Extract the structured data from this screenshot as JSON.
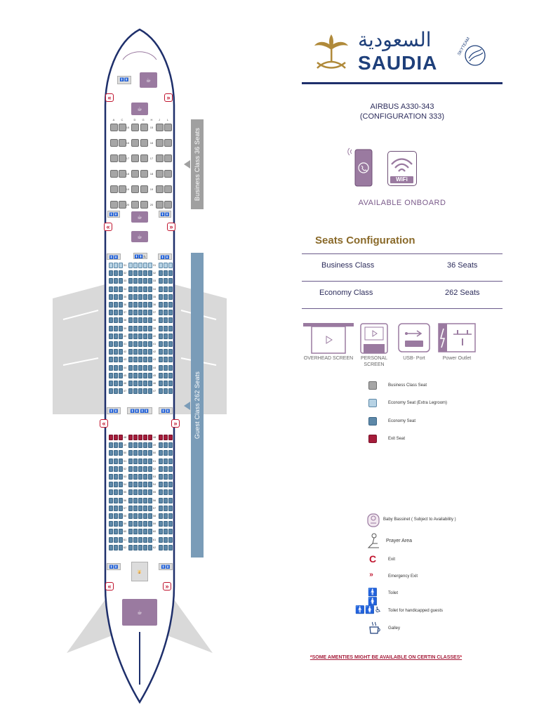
{
  "brand": {
    "arabic_name": "السعودية",
    "name": "SAUDIA",
    "alliance": "SKYTEAM"
  },
  "aircraft": {
    "model": "AIRBUS A330-343",
    "configuration": "(CONFIGURATION 333)"
  },
  "onboard": {
    "label": "AVAILABLE ONBOARD",
    "wifi_label": "WiFi"
  },
  "seats_configuration": {
    "title": "Seats Configuration",
    "rows": [
      {
        "cabin": "Business Class",
        "seats": "36 Seats"
      },
      {
        "cabin": "Economy Class",
        "seats": "262 Seats"
      }
    ]
  },
  "amenities": [
    {
      "icon": "overhead-screen-icon",
      "label": "OVERHEAD SCREEN"
    },
    {
      "icon": "personal-screen-icon",
      "label": "PERSONAL SCREEN"
    },
    {
      "icon": "usb-port-icon",
      "label": "USB- Port"
    },
    {
      "icon": "power-outlet-icon",
      "label": "Power Outlet"
    }
  ],
  "seat_legend": [
    {
      "label": "Business Class Seat",
      "color": "#a6a6a6"
    },
    {
      "label": "Economy Seat (Extra Legroom)",
      "color": "#b6d2e4"
    },
    {
      "label": "Economy Seat",
      "color": "#5d88a8"
    },
    {
      "label": "Exit Seat",
      "color": "#a51c3a"
    }
  ],
  "symbol_legend": [
    {
      "icon": "baby-bassinet-icon",
      "label": "Baby Bassinet ( Subject to Availability )"
    },
    {
      "icon": "prayer-area-icon",
      "label": "Prayer Area"
    },
    {
      "icon": "exit-icon",
      "label": "Exit"
    },
    {
      "icon": "emergency-exit-icon",
      "label": "Emergency Exit"
    },
    {
      "icon": "toilet-icon",
      "label": "Toilet"
    },
    {
      "icon": "accessible-toilet-icon",
      "label": "Toilet for handicapped guests"
    },
    {
      "icon": "galley-icon",
      "label": "Galley"
    }
  ],
  "footnote": "SOME AMENTIES MIGHT BE AVAILABLE ON CERTIN CLASSES",
  "cabins": {
    "business_label": "Business Class 36 Seats",
    "guest_label": "Guest Class 262 Seats",
    "business_columns": [
      "A",
      "C",
      "D",
      "G",
      "H",
      "J",
      "L"
    ],
    "business_rows": [
      "15",
      "16",
      "17",
      "18",
      "19",
      "20"
    ],
    "economy_rows_front": [
      "31",
      "32",
      "33",
      "34",
      "35",
      "36",
      "37",
      "38",
      "39",
      "40",
      "41",
      "42",
      "43",
      "44",
      "45",
      "46",
      "47"
    ],
    "economy_rows_rear": [
      "48",
      "49",
      "50",
      "51",
      "52",
      "53",
      "54",
      "55",
      "56",
      "57",
      "58",
      "59",
      "60",
      "61",
      "62"
    ],
    "colors": {
      "navy": "#1e2f6b",
      "purple": "#9a7aa0",
      "class_bar": "#7a9cb8",
      "biz_bar": "#a0a0a0",
      "exit": "#c0142e"
    }
  }
}
